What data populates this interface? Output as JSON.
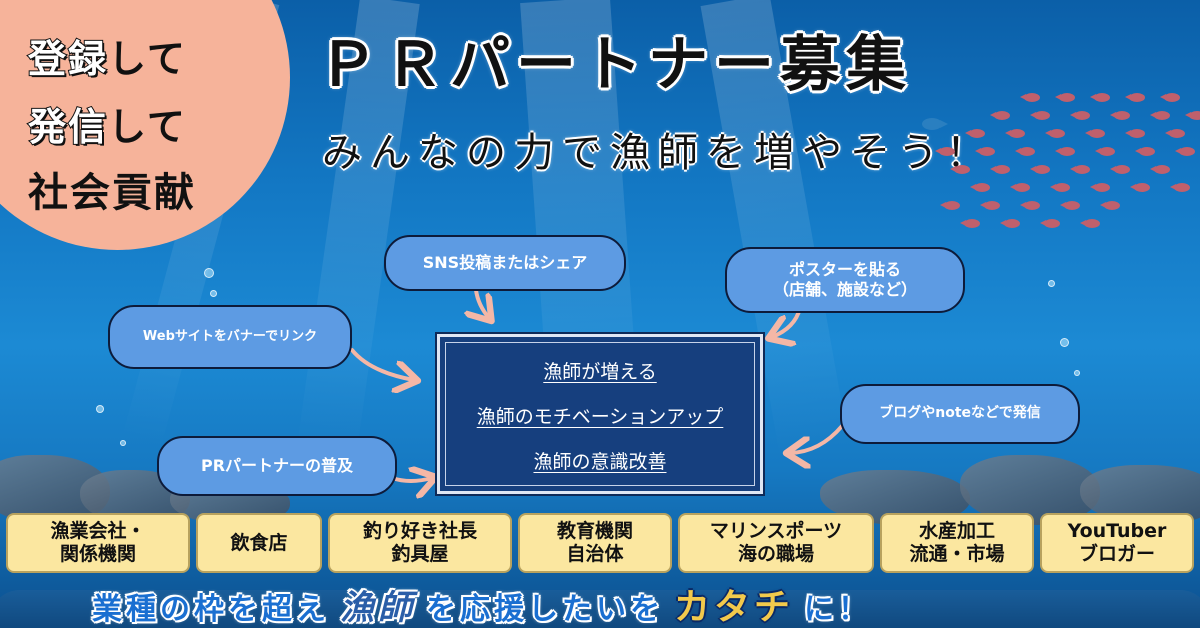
{
  "corner": {
    "line1_hl": "登録",
    "line1_rest": "して",
    "line2_hl": "発信",
    "line2_rest": "して",
    "line3": "社会貢献"
  },
  "title": "ＰＲパートナー募集",
  "subtitle": "みんなの力で漁師を増やそう！",
  "callouts": {
    "sns": "SNS投稿またはシェア",
    "poster_line1": "ポスターを貼る",
    "poster_line2": "（店舗、施設など）",
    "web": "Webサイトをバナーでリンク",
    "blog": "ブログやnoteなどで発信",
    "pr": "PRパートナーの普及"
  },
  "center": {
    "item1": "漁師が増える",
    "item2": "漁師のモチベーションアップ",
    "item3": "漁師の意識改善"
  },
  "industries": [
    {
      "line1": "漁業会社・",
      "line2": "関係機関"
    },
    {
      "line1": "飲食店",
      "line2": ""
    },
    {
      "line1": "釣り好き社長",
      "line2": "釣具屋"
    },
    {
      "line1": "教育機関",
      "line2": "自治体"
    },
    {
      "line1": "マリンスポーツ",
      "line2": "海の職場"
    },
    {
      "line1": "水産加工",
      "line2": "流通・市場"
    },
    {
      "line1": "YouTuber",
      "line2": "ブロガー"
    }
  ],
  "footer": {
    "part1": "業種の枠を超え",
    "part2": "漁師",
    "part3": "を応援したいを",
    "part4": "カタチ",
    "part5": "に！"
  },
  "colors": {
    "ocean": "#1378c4",
    "corner_circle": "#f6b39a",
    "callout": "#5d9be3",
    "center_box": "#163f7e",
    "industry_tag": "#fbe7a0",
    "arrow": "#f4b7a6",
    "fish": "#c0606c"
  }
}
